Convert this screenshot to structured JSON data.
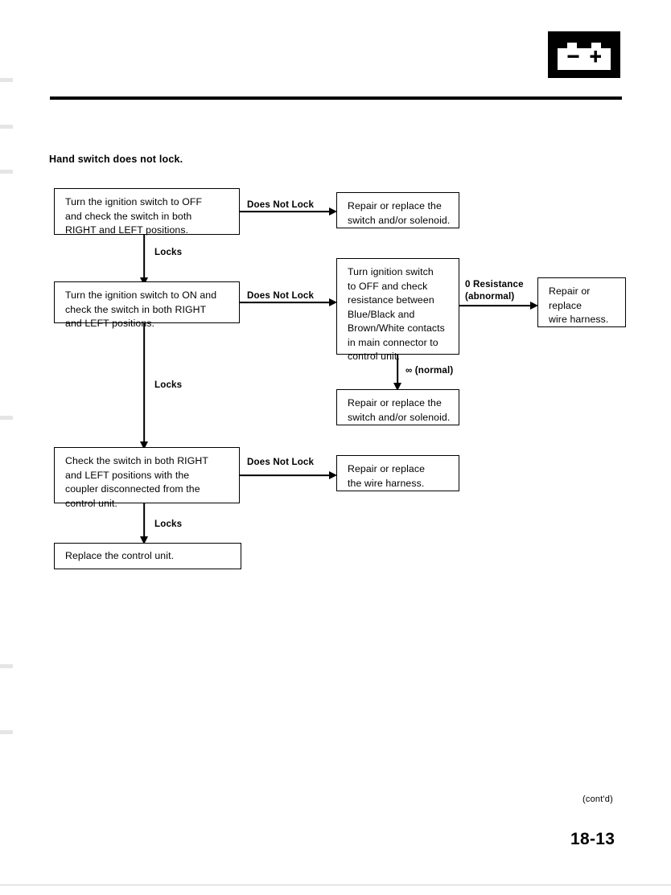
{
  "document": {
    "page_number": "18-13",
    "continued_label": "(cont'd)",
    "header_icon": "battery-icon",
    "battery_terminals": {
      "negative": "–",
      "positive": "+"
    }
  },
  "section": {
    "title": "Hand switch does not lock."
  },
  "flowchart": {
    "type": "troubleshooting-flowchart",
    "boxes": [
      {
        "id": "step1",
        "lines": [
          "Turn the ignition switch to OFF",
          "and check the switch in both",
          "RIGHT and LEFT positions."
        ]
      },
      {
        "id": "step1-fail",
        "lines": [
          "Repair or replace the",
          "switch and/or solenoid."
        ]
      },
      {
        "id": "step2",
        "lines": [
          "Turn the ignition switch to ON and",
          "check the switch in both RIGHT",
          "and LEFT positions."
        ]
      },
      {
        "id": "step2-fail",
        "lines": [
          "Turn ignition switch",
          "to OFF and check",
          "resistance between",
          "Blue/Black and",
          "Brown/White contacts",
          "in main connector to",
          "control unit."
        ]
      },
      {
        "id": "resistance-abnormal",
        "lines": [
          "Repair or",
          "replace",
          "wire harness."
        ]
      },
      {
        "id": "resistance-normal",
        "lines": [
          "Repair or replace the",
          "switch and/or solenoid."
        ]
      },
      {
        "id": "step3",
        "lines": [
          "Check the switch in both RIGHT",
          "and LEFT positions with the",
          "coupler disconnected from the",
          "control unit."
        ]
      },
      {
        "id": "step3-fail",
        "lines": [
          "Repair or replace",
          "the wire harness."
        ]
      },
      {
        "id": "final",
        "lines": [
          "Replace the control unit."
        ]
      }
    ],
    "labels": {
      "does_not_lock_1": "Does Not Lock",
      "locks_1": "Locks",
      "does_not_lock_2": "Does Not Lock",
      "zero_resistance_line1": "0 Resistance",
      "zero_resistance_line2": "(abnormal)",
      "infinity_normal": "∞ (normal)",
      "locks_2": "Locks",
      "does_not_lock_3": "Does Not Lock",
      "locks_3": "Locks"
    }
  }
}
